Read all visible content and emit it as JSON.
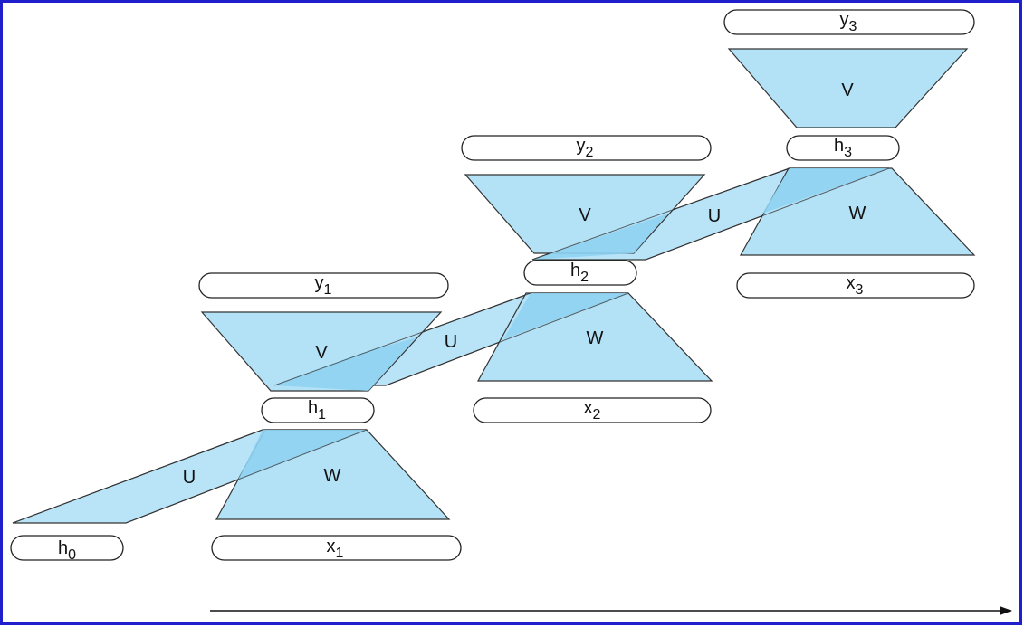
{
  "colors": {
    "border": "#1f1fcc",
    "fill": "#b3e2f7",
    "stroke": "#333333",
    "arrow": "#111111"
  },
  "weights": {
    "input": "W",
    "output": "V",
    "recurrent": "U"
  },
  "h0": {
    "base": "h",
    "index": "0"
  },
  "steps": [
    {
      "x": {
        "base": "x",
        "index": "1"
      },
      "h": {
        "base": "h",
        "index": "1"
      },
      "y": {
        "base": "y",
        "index": "1"
      }
    },
    {
      "x": {
        "base": "x",
        "index": "2"
      },
      "h": {
        "base": "h",
        "index": "2"
      },
      "y": {
        "base": "y",
        "index": "2"
      }
    },
    {
      "x": {
        "base": "x",
        "index": "3"
      },
      "h": {
        "base": "h",
        "index": "3"
      },
      "y": {
        "base": "y",
        "index": "3"
      }
    }
  ]
}
